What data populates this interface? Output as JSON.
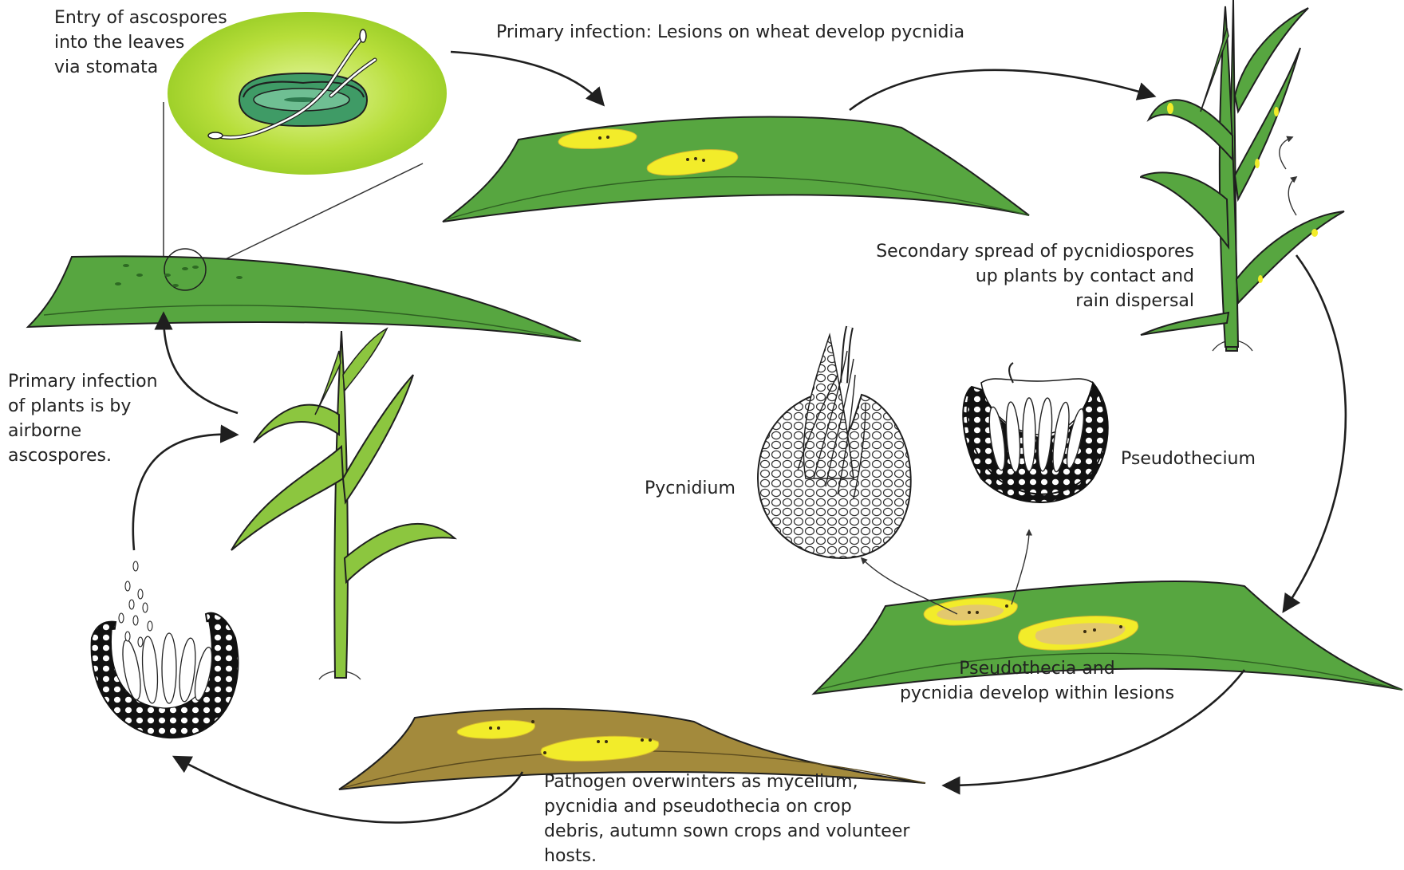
{
  "labels": {
    "entry_line1": "Entry of ascospores",
    "entry_line2": "into the leaves",
    "entry_line3": "via stomata",
    "primary_lesions": "Primary infection: Lesions on wheat develop pycnidia",
    "secondary_line1": "Secondary spread of pycnidiospores",
    "secondary_line2": "up plants by contact and",
    "secondary_line3": "rain dispersal",
    "airborne_line1": "Primary infection",
    "airborne_line2": "of plants is by",
    "airborne_line3": "airborne",
    "airborne_line4": "ascospores.",
    "pycnidium": "Pycnidium",
    "pseudothecium": "Pseudothecium",
    "develop_line1": "Pseudothecia and",
    "develop_line2": "pycnidia develop within lesions",
    "overwinter_line1": "Pathogen overwinters as mycelium,",
    "overwinter_line2": "pycnidia and pseudothecia on crop",
    "overwinter_line3": "debris, autumn sown crops and volunteer",
    "overwinter_line4": "hosts."
  },
  "colors": {
    "leaf_green": "#57a640",
    "plant_green": "#8cc63f",
    "lesion_yellow": "#f2ec2a",
    "lesion_tan": "#e3c86e",
    "debris_brown": "#a38a3c",
    "halo_green": "#b8e03a",
    "outline": "#1f1f1f"
  }
}
